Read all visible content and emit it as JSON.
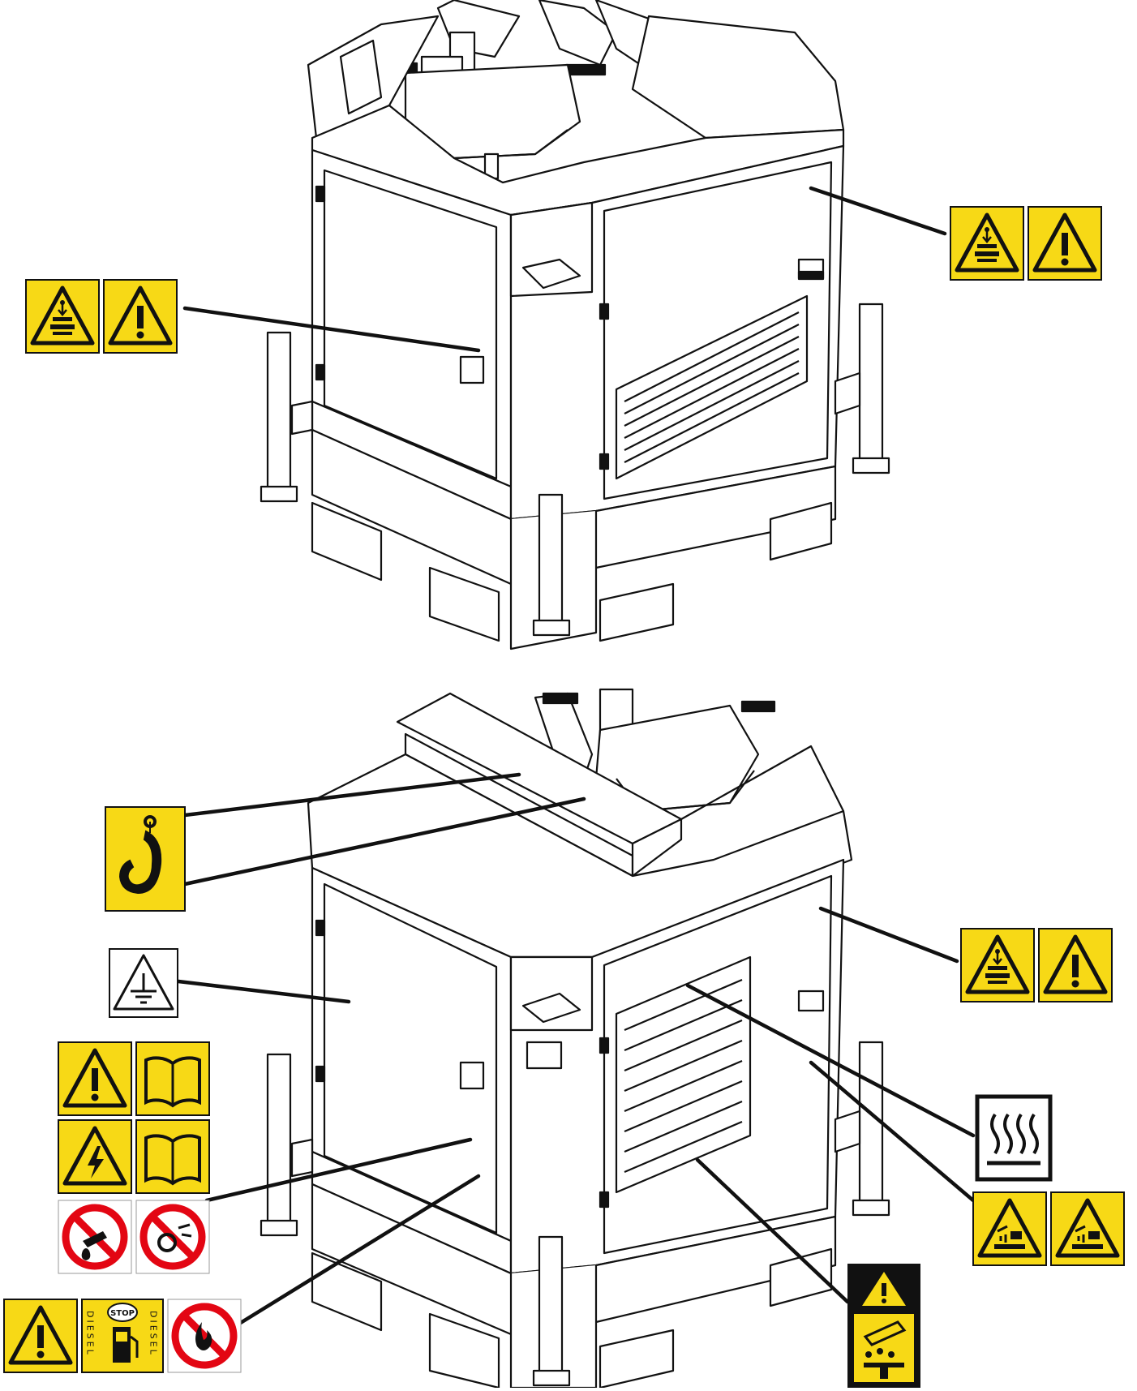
{
  "colors": {
    "sign_yellow": "#f7d916",
    "sign_border": "#111111",
    "prohibition_red": "#e30613",
    "line": "#111111"
  },
  "top_view": {
    "labels": [
      {
        "id": "left-door",
        "icons": [
          "crush-hazard-icon",
          "general-warning-icon"
        ]
      },
      {
        "id": "right-door",
        "icons": [
          "crush-hazard-icon",
          "general-warning-icon"
        ]
      }
    ]
  },
  "bottom_view": {
    "labels": [
      {
        "id": "lifting-point",
        "icons": [
          "lifting-hook-icon"
        ]
      },
      {
        "id": "earth-ground",
        "icons": [
          "earth-ground-icon"
        ]
      },
      {
        "id": "electrical-warnings",
        "icons": [
          "general-warning-icon",
          "read-manual-icon",
          "electric-shock-icon",
          "read-manual-icon",
          "no-extinguish-with-water-icon",
          "no-maintenance-while-running-icon"
        ]
      },
      {
        "id": "fuel-filler",
        "icons": [
          "general-warning-icon",
          "diesel-fuel-stop-icon",
          "no-open-flame-icon"
        ]
      },
      {
        "id": "right-door",
        "icons": [
          "crush-hazard-icon",
          "general-warning-icon"
        ]
      },
      {
        "id": "hot-surface",
        "icons": [
          "hot-surface-icon"
        ]
      },
      {
        "id": "battery-acid",
        "icons": [
          "corrosive-battery-icon",
          "corrosive-hand-icon"
        ]
      },
      {
        "id": "rotating-fan",
        "icons": [
          "general-warning-icon",
          "fan-entanglement-icon"
        ]
      }
    ]
  },
  "fuel_label": {
    "stop_text": "STOP",
    "vertical_word": "DIESEL"
  }
}
